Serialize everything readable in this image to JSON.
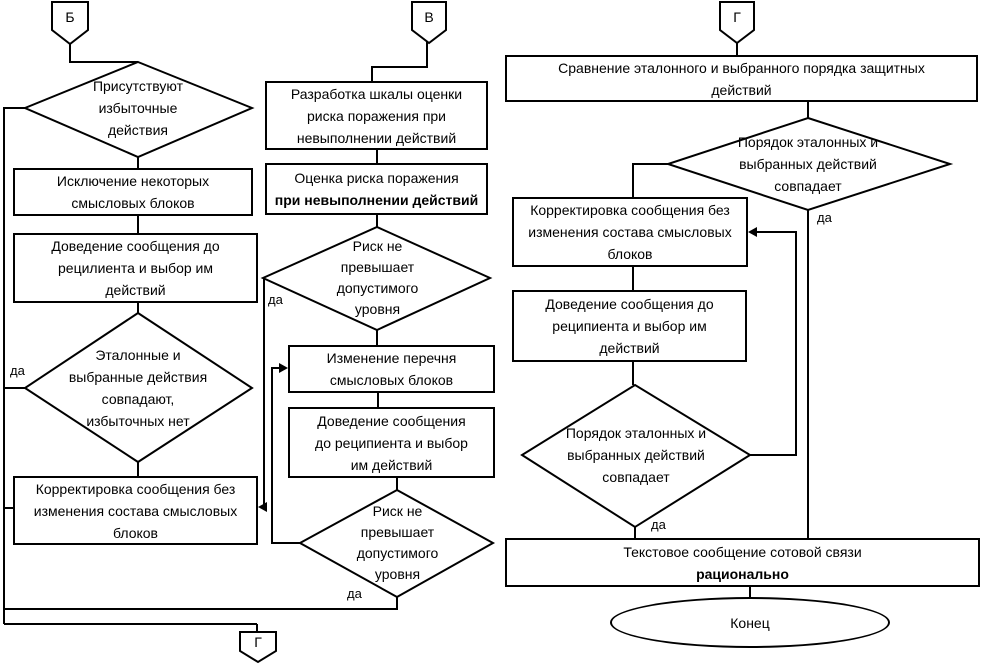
{
  "labels": {
    "yes": "да"
  },
  "connectors": {
    "b": "Б",
    "v": "В",
    "g_top": "Г",
    "g_bottom": "Г"
  },
  "left": {
    "decision_redundant": "Присутствуют\nизбыточные\nдействия",
    "exclude_blocks": "Исключение некоторых\nсмысловых блоков",
    "deliver_message": "Доведение сообщения до\nрецилиента и выбор им\nдействий",
    "decision_match": "Эталонные и\nвыбранные действия\nсовпадают,\nизбыточных нет",
    "adjust_message": "Корректировка сообщения без\nизменения состава смысловых\nблоков"
  },
  "middle": {
    "develop_scale": "Разработка шкалы оценки\nриска поражения при\nневыполнении действий",
    "risk_assessment_line1": "Оценка риска поражения",
    "risk_assessment_line2": "при невыполнении действий",
    "decision_risk_top": "Риск не\nпревышает\nдопустимого\nуровня",
    "change_blocks": "Изменение перечня\nсмысловых блоков",
    "deliver_message": "Доведение сообщения\nдо реципиента и выбор\nим действий",
    "decision_risk_bottom": "Риск не\nпревышает\nдопустимого\nуровня"
  },
  "right": {
    "compare_order": "Сравнение эталонного и выбранного порядка защитных\nдействий",
    "decision_order_top": "Порядок эталонных и\nвыбранных действий\nсовпадает",
    "adjust_message": "Корректировка сообщения без\nизменения состава смысловых\nблоков",
    "deliver_message": "Доведение сообщения до\nреципиента и выбор им\nдействий",
    "decision_order_bottom": "Порядок эталонных и\nвыбранных действий\nсовпадает",
    "final_line1": "Текстовое сообщение сотовой связи",
    "final_line2": "рационально",
    "end": "Конец"
  },
  "colors": {
    "line": "#000000",
    "background": "#ffffff"
  }
}
